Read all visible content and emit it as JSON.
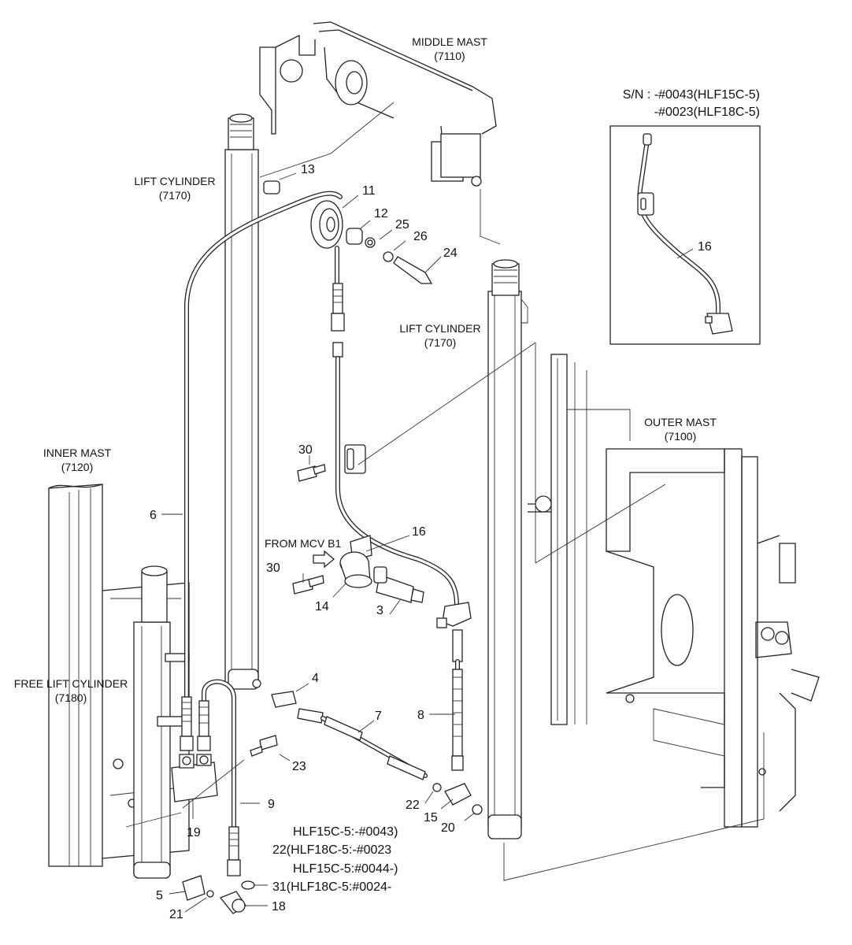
{
  "labels": {
    "middle_mast": "MIDDLE MAST",
    "middle_mast_code": "(7110)",
    "lift_cylinder_left": "LIFT CYLINDER",
    "lift_cylinder_left_code": "(7170)",
    "lift_cylinder_right": "LIFT CYLINDER",
    "lift_cylinder_right_code": "(7170)",
    "outer_mast": "OUTER MAST",
    "outer_mast_code": "(7100)",
    "inner_mast": "INNER MAST",
    "inner_mast_code": "(7120)",
    "free_lift_cylinder": "FREE LIFT CYLINDER",
    "free_lift_cylinder_code": "(7180)",
    "from_mcv": "FROM MCV B1"
  },
  "serial_note": {
    "line1": "S/N : -#0043(HLF15C-5)",
    "line2": "-#0023(HLF18C-5)"
  },
  "inset_part": "16",
  "part_numbers": {
    "p3": "3",
    "p4": "4",
    "p5": "5",
    "p6": "6",
    "p7": "7",
    "p8": "8",
    "p9": "9",
    "p11": "11",
    "p12": "12",
    "p13": "13",
    "p14": "14",
    "p15": "15",
    "p16": "16",
    "p18": "18",
    "p19": "19",
    "p20": "20",
    "p21": "21",
    "p22a": "22",
    "p23": "23",
    "p24": "24",
    "p25": "25",
    "p26": "26",
    "p30a": "30",
    "p30b": "30"
  },
  "notes": {
    "n1": "HLF15C-5:-#0043)",
    "n2": "22(HLF18C-5:-#0023",
    "n3": "HLF15C-5:#0044-)",
    "n4": "31(HLF18C-5:#0024-"
  }
}
